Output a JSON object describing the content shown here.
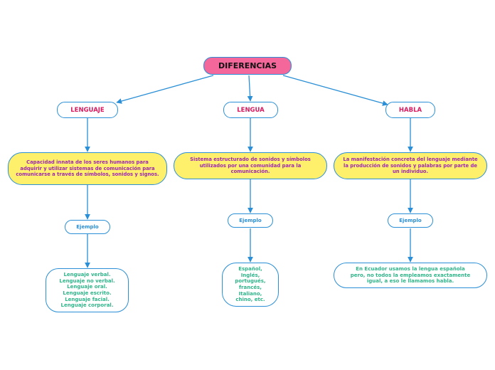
{
  "title": "DIFERENCIAS",
  "branches": [
    {
      "topic": "LENGUAJE",
      "definition": "Capacidad innata de los seres humanos para adquirir y utilizar sistemas de comunicación para comunicarse a través de símbolos, sonidos y signos.",
      "example_label": "Ejemplo",
      "examples": [
        "Lenguaje verbal.",
        "Lenguaje no verbal.",
        "Lenguaje oral.",
        "Lenguaje escrito.",
        "Lenguaje facial.",
        "Lenguaje corporal."
      ]
    },
    {
      "topic": "LENGUA",
      "definition": "Sistema estructurado de sonidos y símbolos utilizados por una comunidad para la comunicación.",
      "example_label": "Ejemplo",
      "examples": [
        "Español,",
        "Inglés,",
        "portugués,",
        "francés,",
        "Italiano,",
        "chino, etc."
      ]
    },
    {
      "topic": "HABLA",
      "definition": "La manifestación concreta del lenguaje mediante la producción de sonidos y palabras por parte de un individuo.",
      "example_label": "Ejemplo",
      "examples": [
        "En Ecuador usamos la lengua española pero, no todos la empleamos exactamente igual, a eso le llamamos habla."
      ]
    }
  ],
  "colors": {
    "connector": "#2a8fd6",
    "root_fill": "#f4679a",
    "topic_text": "#d81b60",
    "definition_fill": "#fff06c",
    "definition_text": "#9c27b0",
    "example_text": "#2a8fd6",
    "leaf_text": "#2fb58a"
  }
}
